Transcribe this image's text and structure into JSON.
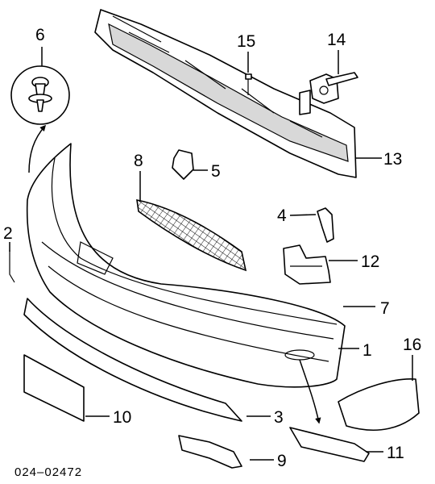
{
  "diagram": {
    "callouts": [
      "1",
      "2",
      "3",
      "4",
      "5",
      "6",
      "7",
      "8",
      "9",
      "10",
      "11",
      "12",
      "13",
      "14",
      "15",
      "16"
    ],
    "drawing_code": "024–02472"
  }
}
